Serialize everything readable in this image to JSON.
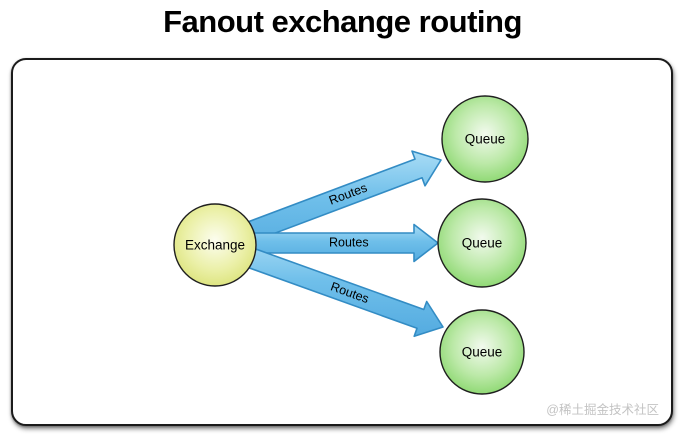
{
  "title": "Fanout exchange routing",
  "watermark": "@稀土掘金技术社区",
  "diagram": {
    "type": "fanout-exchange-routing",
    "exchange": {
      "label": "Exchange"
    },
    "queues": [
      {
        "label": "Queue"
      },
      {
        "label": "Queue"
      },
      {
        "label": "Queue"
      }
    ],
    "edges": [
      {
        "label": "Routes"
      },
      {
        "label": "Routes"
      },
      {
        "label": "Routes"
      }
    ],
    "colors": {
      "exchange_center": "#FCFDEF",
      "exchange_mid": "#EBF0A8",
      "exchange_edge": "#D7DF6D",
      "queue_center": "#F2FAEE",
      "queue_mid": "#BCE9A8",
      "queue_edge": "#7CD25E",
      "arrow_light": "#A9DCF5",
      "arrow_mid": "#6FBFEA",
      "arrow_dark": "#54ABE0",
      "arrow_stroke": "#338CC4",
      "node_stroke": "#1f1f1f"
    }
  }
}
